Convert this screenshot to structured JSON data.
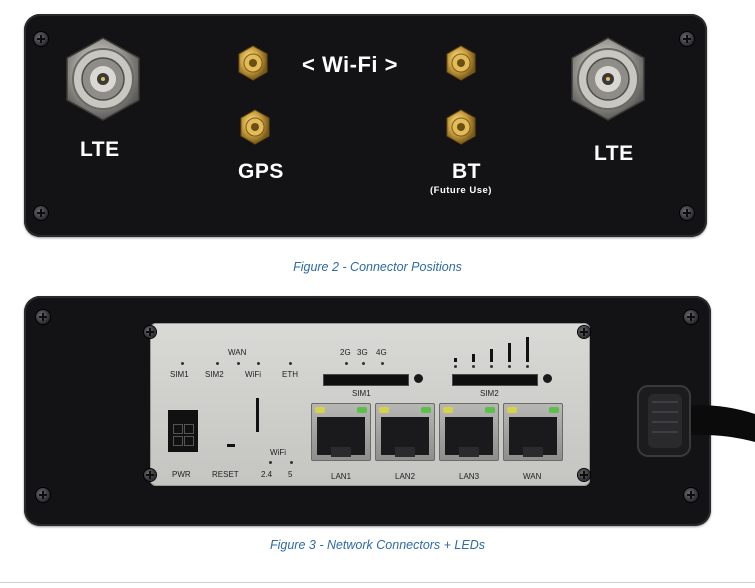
{
  "figure2": {
    "caption": "Figure 2 - Connector Positions",
    "labels": {
      "lte_left": "LTE",
      "lte_right": "LTE",
      "wifi": "< Wi-Fi >",
      "gps": "GPS",
      "bt": "BT",
      "bt_note": "(Future Use)"
    }
  },
  "figure3": {
    "caption": "Figure 3 - Network Connectors + LEDs",
    "labels": {
      "wan_top": "WAN",
      "sim1": "SIM1",
      "sim2": "SIM2",
      "wifi": "WiFi",
      "eth": "ETH",
      "g2": "2G",
      "g3": "3G",
      "g4": "4G",
      "sim1_slot": "SIM1",
      "sim2_slot": "SIM2",
      "pwr": "PWR",
      "reset": "RESET",
      "wifi_bottom": "WiFi",
      "band24": "2.4",
      "band5": "5",
      "lan1": "LAN1",
      "lan2": "LAN2",
      "lan3": "LAN3",
      "wan_port": "WAN"
    }
  },
  "colors": {
    "caption": "#2d6aa8",
    "panel": "#131315",
    "gold": "#c9a24a",
    "led_yellow": "#d8d24a",
    "led_green": "#5cc048"
  }
}
